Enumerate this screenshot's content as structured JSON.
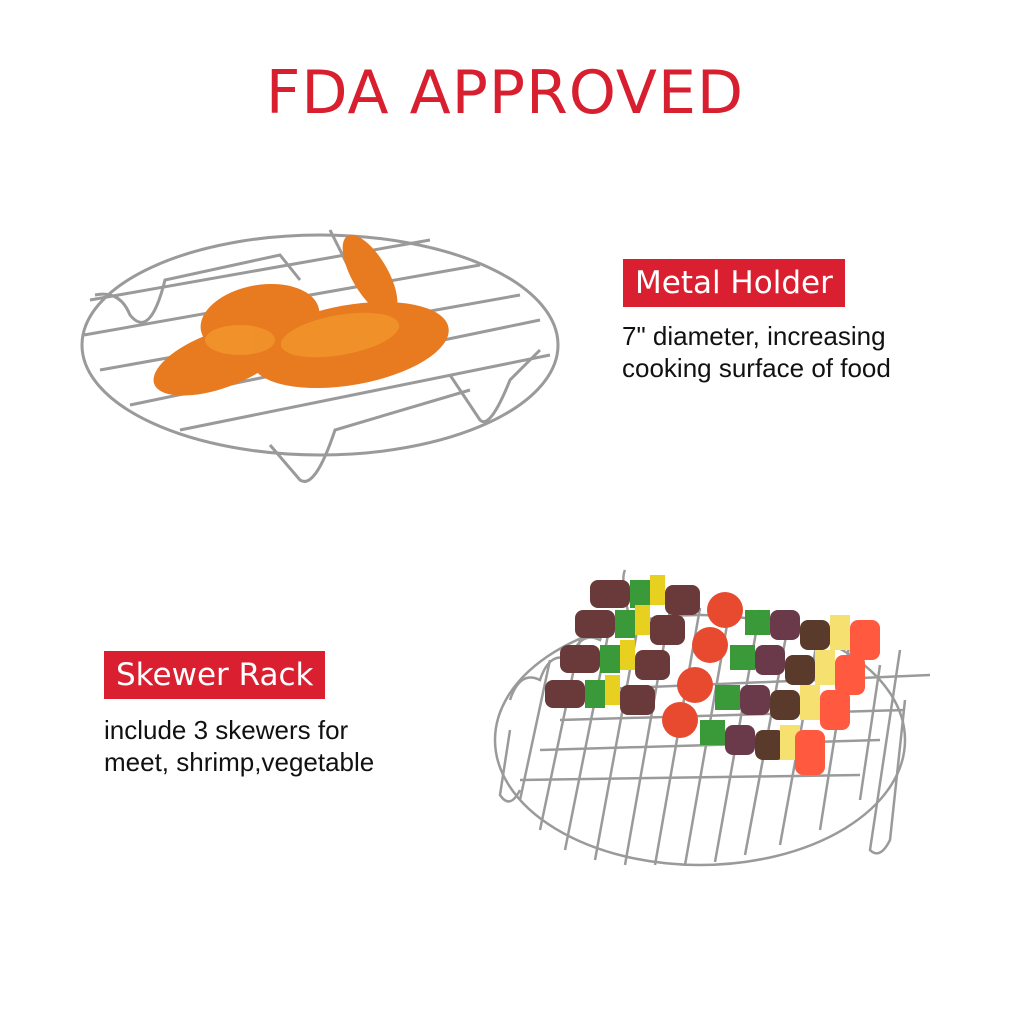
{
  "header": {
    "title": "FDA APPROVED",
    "color": "#d81f2f"
  },
  "features": [
    {
      "label": "Metal Holder",
      "lines": [
        "7\" diameter, increasing",
        "cooking surface of food"
      ],
      "image": "round-rack-with-chicken-wing"
    },
    {
      "label": "Skewer Rack",
      "lines": [
        "include 3 skewers for",
        "meet, shrimp,vegetable"
      ],
      "image": "skewer-rack-with-kebabs"
    }
  ],
  "colors": {
    "tag_bg": "#d91f30",
    "tag_text": "#ffffff",
    "body_text": "#111111"
  }
}
